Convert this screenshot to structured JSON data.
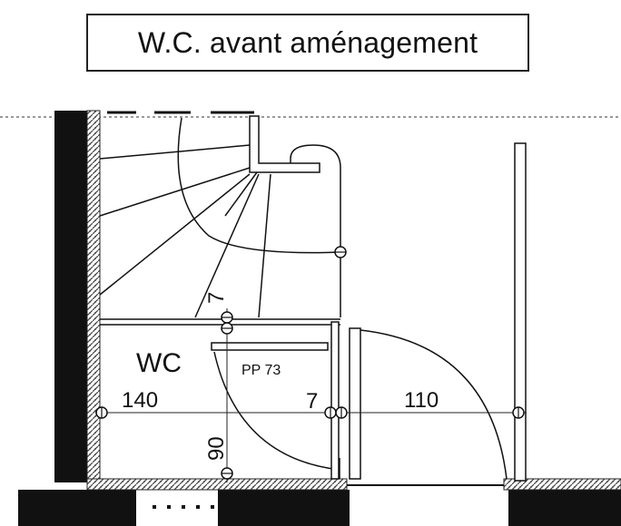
{
  "title": "W.C. avant aménagement",
  "labels": {
    "room": "WC",
    "door": "PP 73",
    "dim_width_left": "140",
    "dim_width_right": "110",
    "dim_wall_top": "7",
    "dim_wall_mid": "7",
    "dim_depth": "90"
  }
}
